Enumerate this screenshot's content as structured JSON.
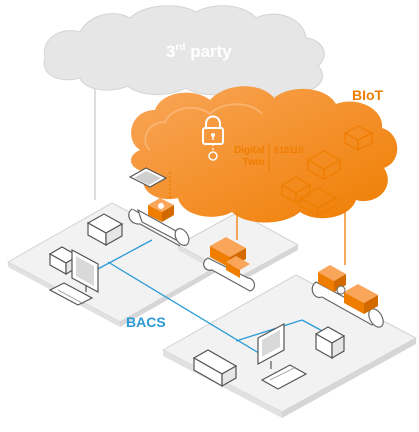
{
  "labels": {
    "third_party_main": "3",
    "third_party_sup": "rd",
    "third_party_rest": " party",
    "biot": "BIoT",
    "bacs": "BACS",
    "digital": "Digital",
    "twin": "Twin",
    "binary": "010110"
  },
  "colors": {
    "orange": "#ef7d00",
    "light_orange": "#f7a35a",
    "blue": "#2c9ad6",
    "cloud_grey": "#e5e5e5"
  },
  "icons": [
    "cloud-icon",
    "padlock-icon",
    "monitor-icon",
    "keyboard-icon",
    "server-box-icon",
    "pipe-icon",
    "sensor-card-icon"
  ]
}
